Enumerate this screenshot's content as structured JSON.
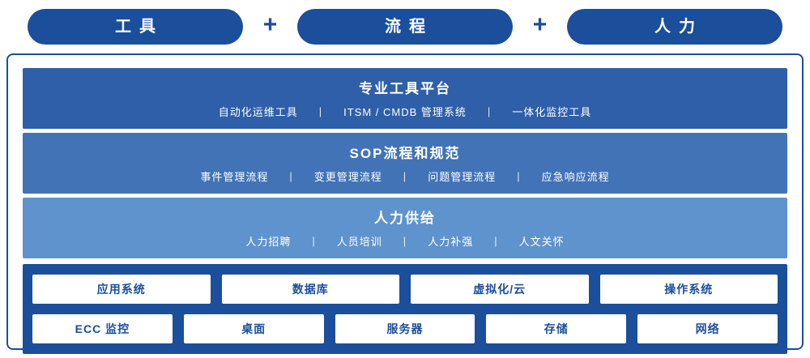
{
  "colors": {
    "primary_dark_blue": "#1b4e9b",
    "layer1_blue": "#2e5fa8",
    "layer2_blue": "#4173b6",
    "layer3_blue": "#5f93cd",
    "text_on_blue": "#ffffff"
  },
  "divider": "|",
  "header": {
    "plus": "+",
    "pills": [
      {
        "label": "工具"
      },
      {
        "label": "流程"
      },
      {
        "label": "人力"
      }
    ]
  },
  "layers": [
    {
      "title": "专业工具平台",
      "items": [
        "自动化运维工具",
        "ITSM / CMDB 管理系统",
        "一体化监控工具"
      ]
    },
    {
      "title": "SOP流程和规范",
      "items": [
        "事件管理流程",
        "变更管理流程",
        "问题管理流程",
        "应急响应流程"
      ]
    },
    {
      "title": "人力供给",
      "items": [
        "人力招聘",
        "人员培训",
        "人力补强",
        "人文关怀"
      ]
    }
  ],
  "grid": {
    "rows": [
      {
        "items": [
          "应用系统",
          "数据库",
          "虚拟化/云",
          "操作系统"
        ]
      },
      {
        "items": [
          "ECC 监控",
          "桌面",
          "服务器",
          "存储",
          "网络"
        ]
      }
    ]
  }
}
